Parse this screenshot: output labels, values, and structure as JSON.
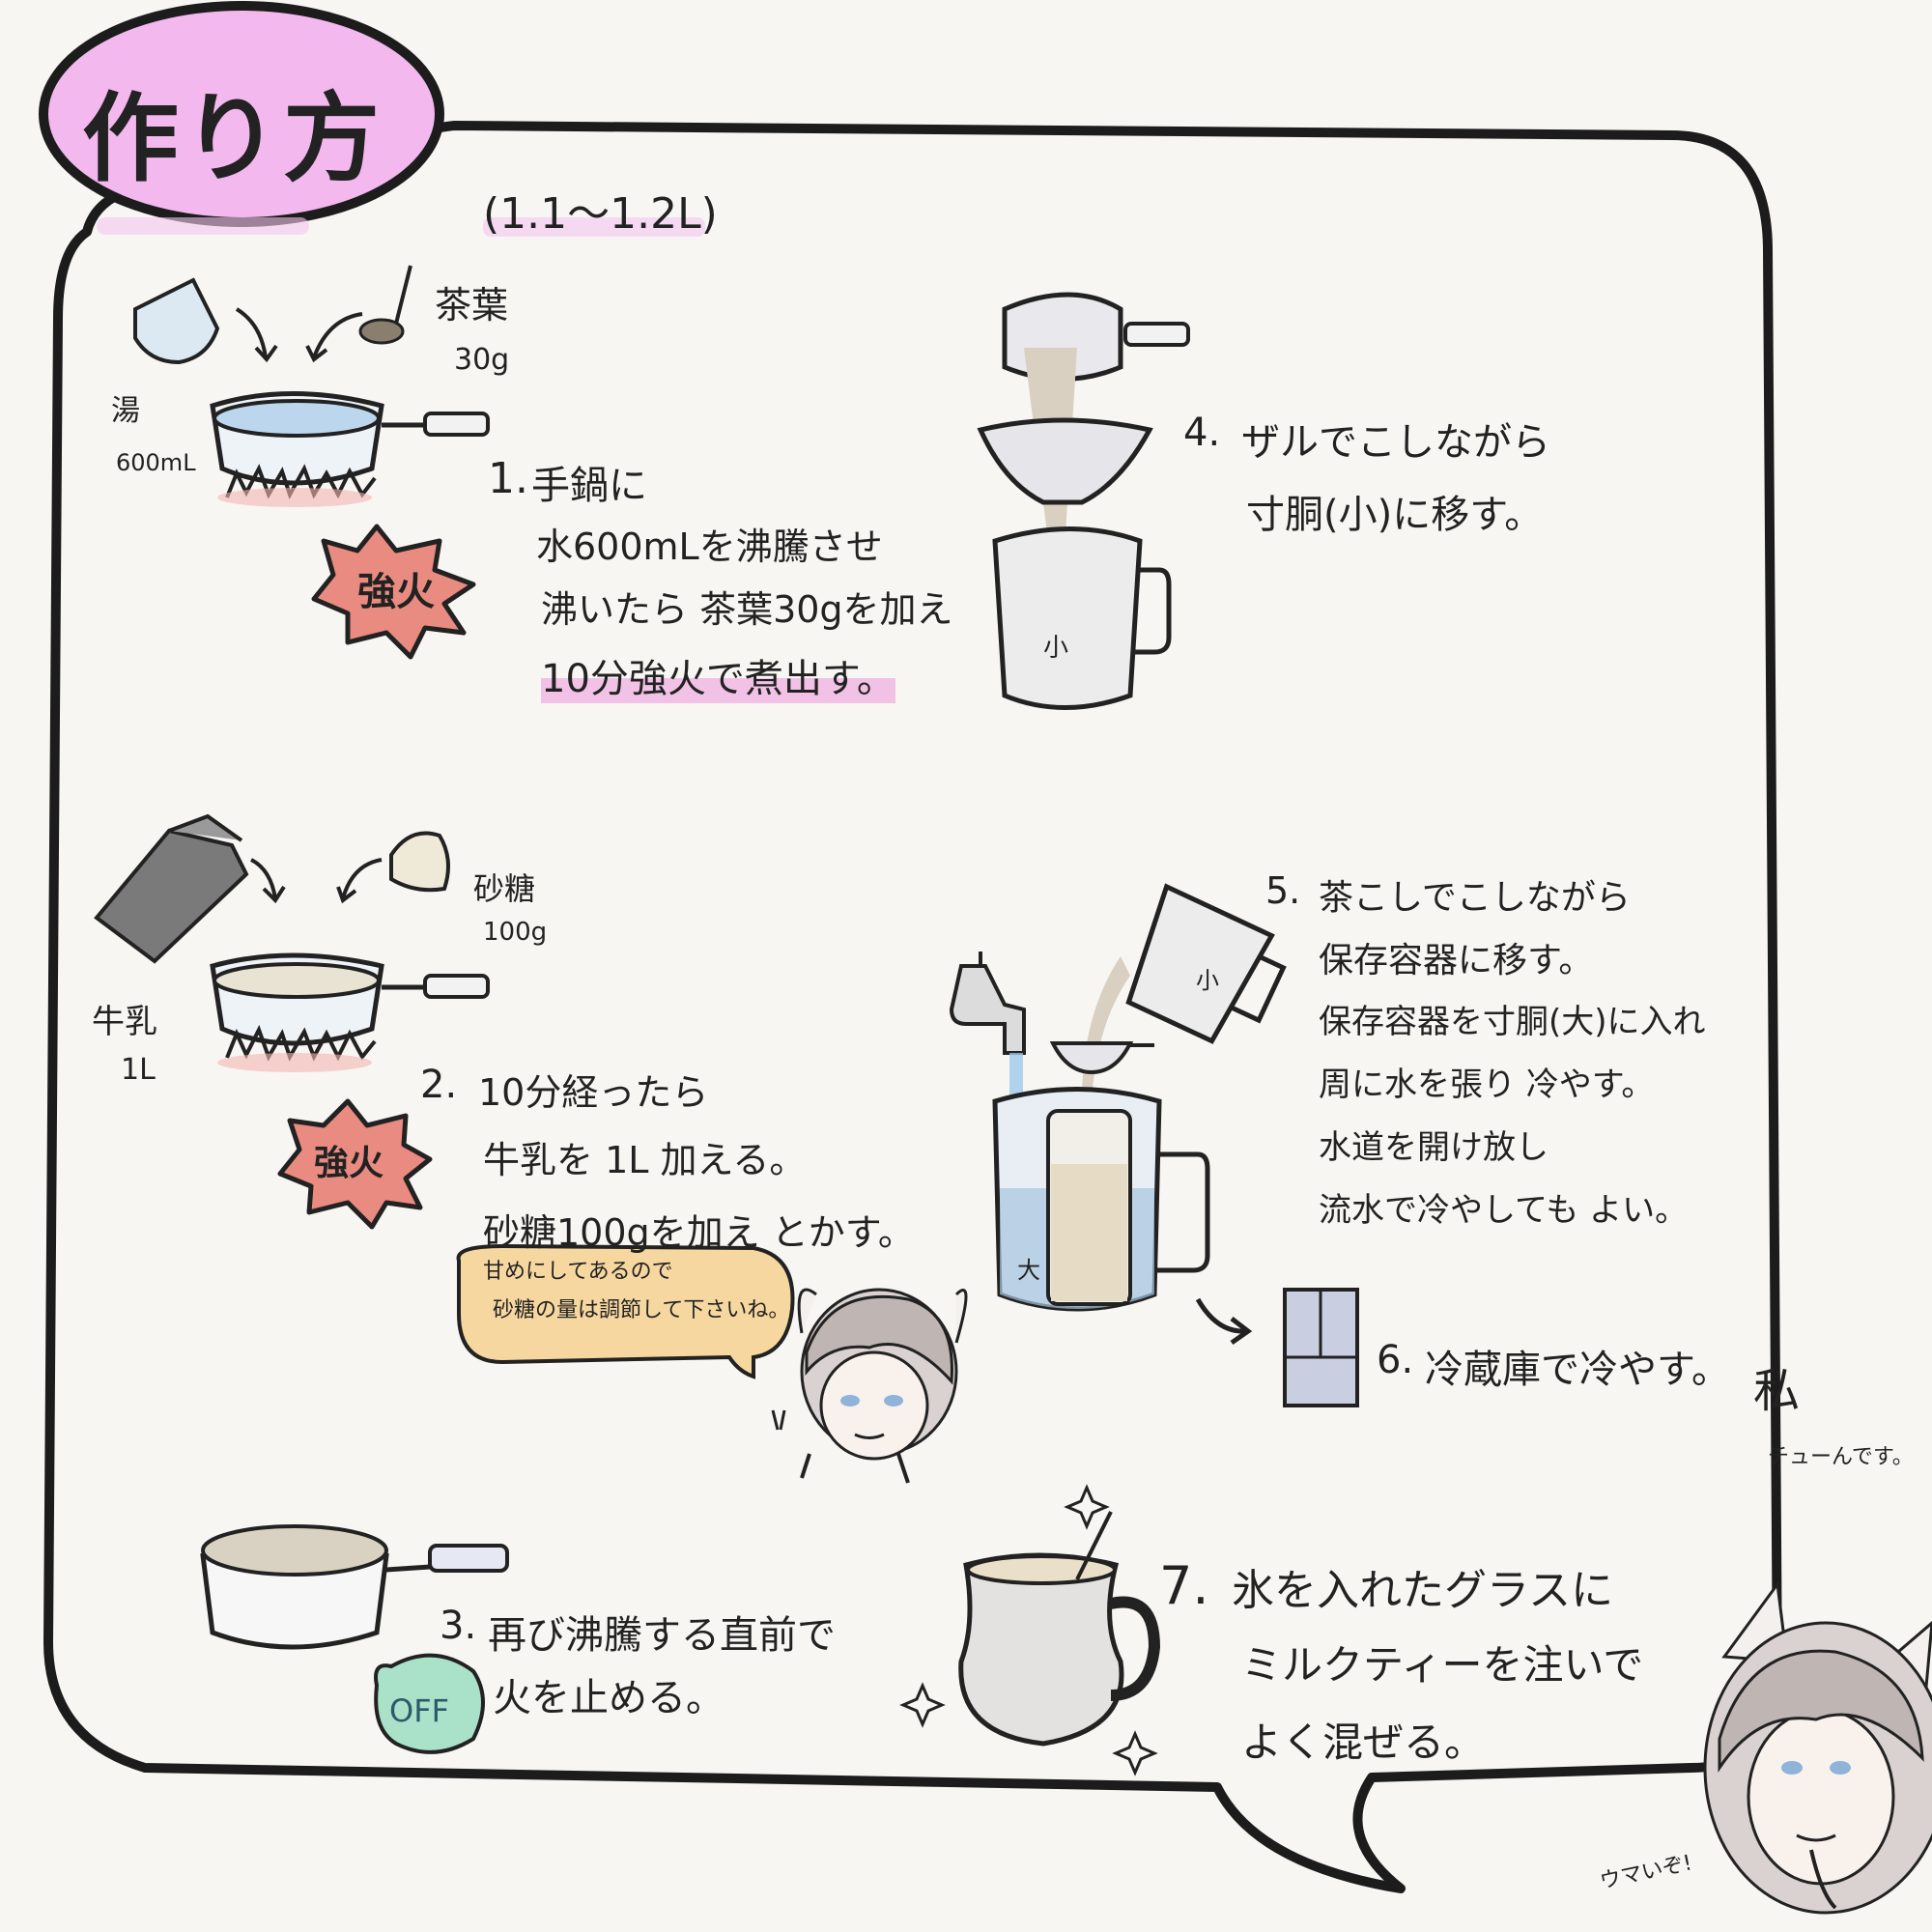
{
  "title": "作り方",
  "yield": "(1.1〜1.2L)",
  "step1": {
    "number": "1.",
    "lines": [
      "手鍋に",
      "水600mLを沸騰させ",
      "沸いたら 茶葉30gを加え",
      "10分強火で煮出す。"
    ],
    "label_water": "湯",
    "label_water_amount": "600mL",
    "label_tea": "茶葉",
    "label_tea_amount": "30g",
    "badge": "強火"
  },
  "step2": {
    "number": "2.",
    "lines": [
      "10分経ったら",
      "牛乳を 1L 加える。",
      "砂糖100gを加え とかす。"
    ],
    "label_milk": "牛乳",
    "label_milk_amount": "1L",
    "label_sugar": "砂糖",
    "label_sugar_amount": "100g",
    "badge": "強火",
    "note": [
      "甘めにしてあるので",
      "砂糖の量は調節して下さいね。"
    ]
  },
  "step3": {
    "number": "3.",
    "lines": [
      "再び沸騰する直前で",
      "火を止める。"
    ],
    "badge": "OFF"
  },
  "step4": {
    "number": "4.",
    "lines": [
      "ザルでこしながら",
      "寸胴(小)に移す。"
    ],
    "pot_label": "小"
  },
  "step5": {
    "number": "5.",
    "lines": [
      "茶こしでこしながら",
      "保存容器に移す。",
      "保存容器を寸胴(大)に入れ",
      "周に水を張り 冷やす。",
      "水道を開け放し",
      "流水で冷やしても よい。"
    ],
    "pitcher_label": "小",
    "tank_label": "大"
  },
  "step6": {
    "number": "6.",
    "lines": [
      "冷蔵庫で冷やす。"
    ]
  },
  "step7": {
    "number": "7.",
    "lines": [
      "氷を入れたグラスに",
      "ミルクティーを注いで",
      "よく混ぜる。"
    ]
  },
  "author": {
    "label": "私",
    "name": "チューんです。",
    "comment": "ウマいぞ!"
  }
}
